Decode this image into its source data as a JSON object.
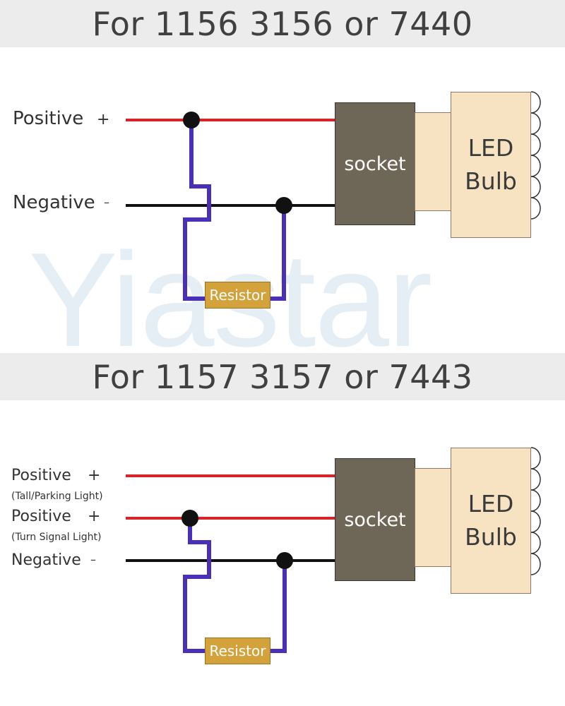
{
  "watermark": "Yiastar",
  "colors": {
    "positive_wire": "#d8232a",
    "negative_wire": "#111111",
    "resistor_wire": "#4a2fb8",
    "socket_fill": "#6e6656",
    "bulb_fill": "#f7e3c2",
    "resistor_fill": "#d4a23a",
    "banner_fill": "#ececec"
  },
  "diagrams": [
    {
      "title": "For 1156 3156 or 7440",
      "wires": [
        {
          "label": "Positive",
          "sign": "+",
          "sublabel": ""
        },
        {
          "label": "Negative",
          "sign": "–",
          "sublabel": ""
        }
      ],
      "socket_label": "socket",
      "bulb_line1": "LED",
      "bulb_line2": "Bulb",
      "resistor_label": "Resistor"
    },
    {
      "title": "For 1157 3157 or 7443",
      "wires": [
        {
          "label": "Positive",
          "sign": "+",
          "sublabel": "(Tall/Parking Light)"
        },
        {
          "label": "Positive",
          "sign": "+",
          "sublabel": "(Turn Signal Light)"
        },
        {
          "label": "Negative",
          "sign": "–",
          "sublabel": ""
        }
      ],
      "socket_label": "socket",
      "bulb_line1": "LED",
      "bulb_line2": "Bulb",
      "resistor_label": "Resistor"
    }
  ]
}
